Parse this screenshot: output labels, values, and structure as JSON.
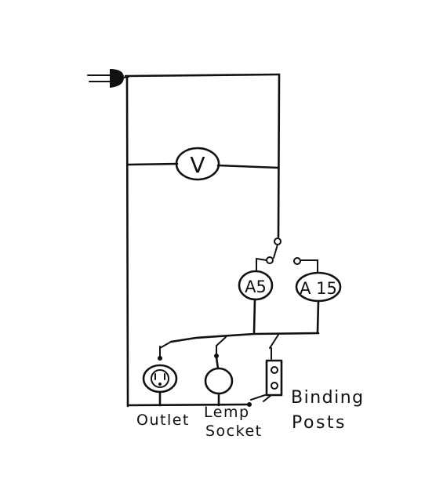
{
  "meters": {
    "voltmeter": "V",
    "ammeter_5": "A5",
    "ammeter_15": "A 15"
  },
  "labels": {
    "outlet": "Outlet",
    "lamp_socket_line1": "Lemp",
    "lamp_socket_line2": "Socket",
    "binding_posts_line1": "Binding",
    "binding_posts_line2": "Posts"
  }
}
